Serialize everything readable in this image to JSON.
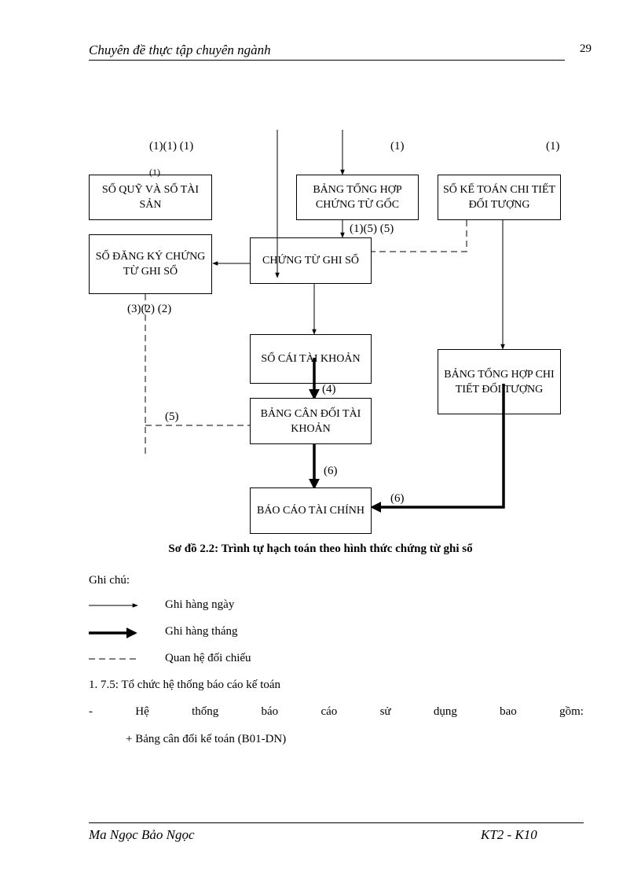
{
  "header": {
    "title": "Chuyên đề thực tập chuyên ngành",
    "page_number": "29"
  },
  "diagram": {
    "boxes": {
      "so_quy": "SỔ QUỸ VÀ SỔ TÀI SẢN",
      "bang_tong_hop_chung_tu_goc": "BẢNG TỔNG HỢP CHỨNG TỪ GỐC",
      "so_ke_toan_chi_tiet": "SỔ KẾ TOÁN CHI TIẾT ĐỐI TƯỢNG",
      "so_dang_ky": "SỔ ĐĂNG KÝ CHỨNG TỪ GHI SỔ",
      "chung_tu_ghi_so": "CHỨNG TỪ GHI SỔ",
      "so_cai": "SỔ CÁI TÀI KHOẢN",
      "bang_tong_hop_chi_tiet": "BẢNG TỔNG HỢP CHI TIẾT ĐỐI TƯỢNG",
      "bang_can_doi": "BẢNG CÂN ĐỐI TÀI KHOẢN",
      "bao_cao": "BÁO CÁO TÀI CHÍNH"
    },
    "labels": {
      "top_left": "(1)(1) (1)",
      "top_left_small": "(1)",
      "top_mid": "(1)",
      "top_right": "(1)",
      "mid_center": "(1)(5) (5)",
      "left_bottom": "(3)(2) (2)",
      "step4": "(4)",
      "step5": "(5)",
      "step6_down": "(6)",
      "step6_side": "(6)"
    },
    "caption": "Sơ đồ 2.2: Trình tự hạch toán theo hình thức chứng từ ghi sổ"
  },
  "notes": {
    "title": "Ghi chú:",
    "legend": [
      {
        "label": "Ghi hàng ngày"
      },
      {
        "label": "Ghi hàng tháng"
      },
      {
        "label": "Quan hệ đối chiếu"
      }
    ]
  },
  "section": {
    "heading": "1. 7.5: Tổ chức hệ thống báo cáo kế toán",
    "bullet_words": [
      "-",
      "Hệ",
      "thống",
      "báo",
      "cáo",
      "sử",
      "dụng",
      "bao",
      "gồm:"
    ],
    "item": "+ Bảng cân đối kế toán (B01-DN)"
  },
  "footer": {
    "author": "Ma Ngọc Bảo Ngọc",
    "class": "KT2 - K10"
  }
}
